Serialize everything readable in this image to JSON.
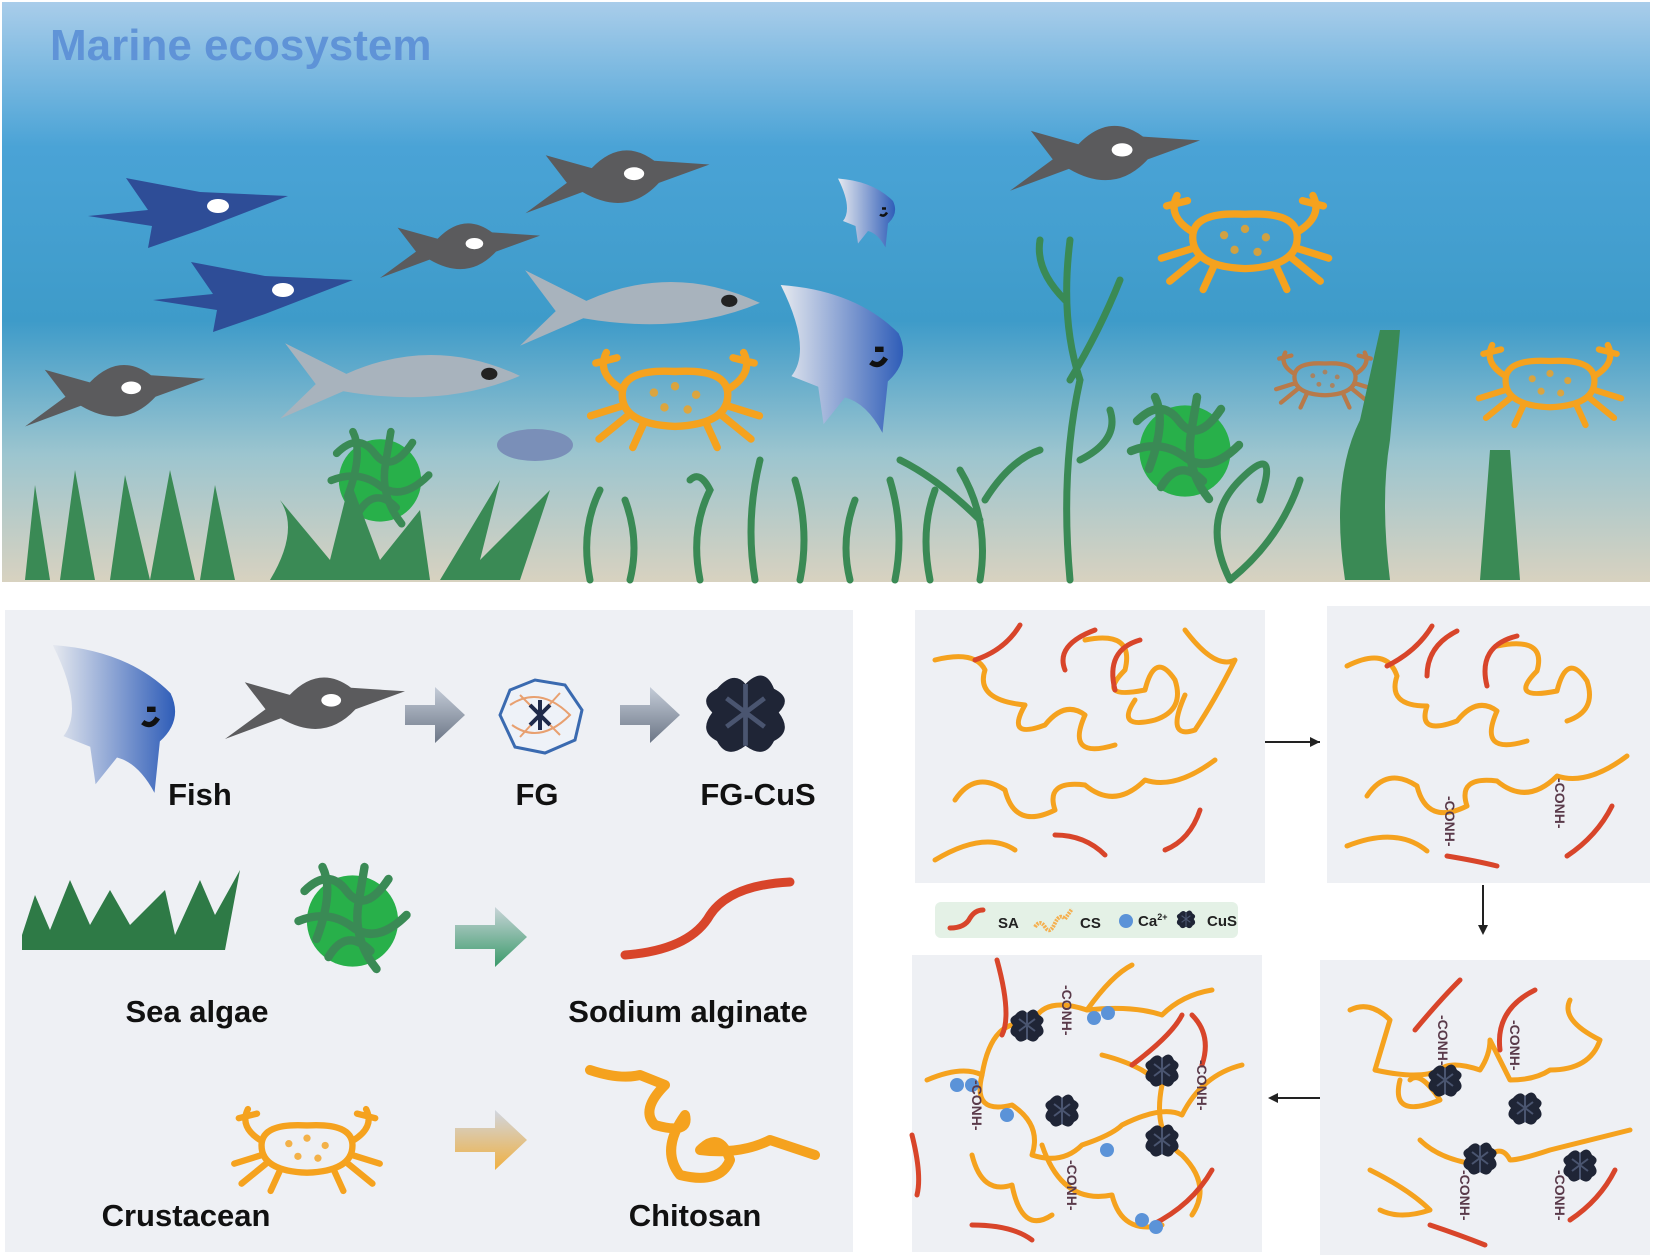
{
  "scene": {
    "title": "Marine ecosystem"
  },
  "sources": {
    "fish_label": "Fish",
    "fg_label": "FG",
    "fgcus_label": "FG-CuS",
    "algae_label": "Sea algae",
    "sa_label": "Sodium alginate",
    "crustacean_label": "Crustacean",
    "chitosan_label": "Chitosan"
  },
  "legend": {
    "sa": "SA",
    "cs": "CS",
    "ca": "Ca",
    "ca_charge": "2+",
    "cus": "CuS"
  },
  "bonds": {
    "amide": "-CONH-"
  },
  "colors": {
    "chitosan": "#f5a21e",
    "alginate": "#d8452a",
    "calcium": "#5b93d8",
    "cus": "#1e2333",
    "algae": "#3a8a55",
    "title": "#5b8fd6"
  }
}
